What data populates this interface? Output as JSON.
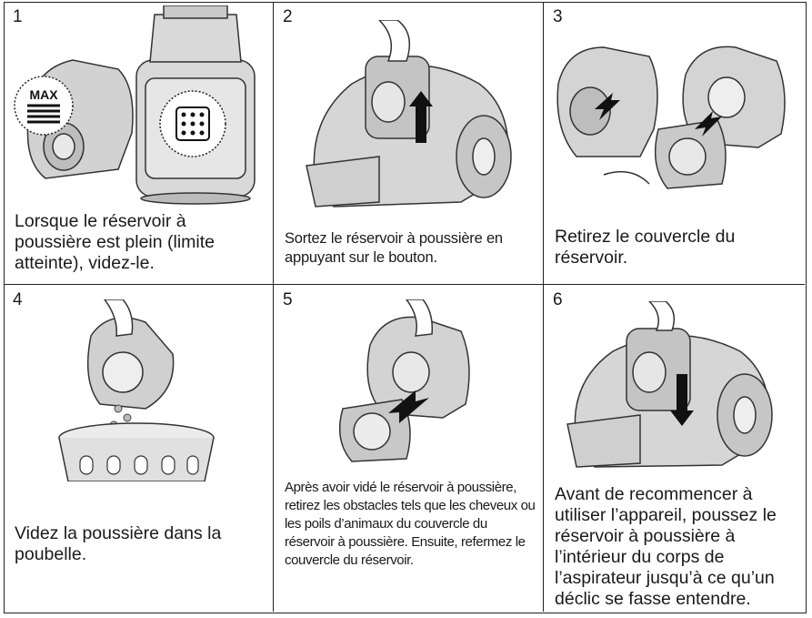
{
  "steps": [
    {
      "number": "1",
      "caption": "Lorsque le réservoir à poussière est plein (limite atteinte), videz-le.",
      "badge": "MAX"
    },
    {
      "number": "2",
      "caption": "Sortez le réservoir à poussière en appuyant sur le bouton."
    },
    {
      "number": "3",
      "caption": "Retirez le couvercle du réservoir."
    },
    {
      "number": "4",
      "caption": "Videz la poussière dans la poubelle."
    },
    {
      "number": "5",
      "caption": "Après avoir vidé le réservoir à poussière, retirez les obstacles tels que les cheveux ou les poils d’animaux du couvercle du réservoir à poussière. Ensuite, refermez le couvercle du réservoir."
    },
    {
      "number": "6",
      "caption": "Avant de recommencer à utiliser l’appareil, poussez le réservoir à poussière à l’intérieur du corps de l’aspirateur jusqu’à ce qu’un déclic se fasse entendre."
    }
  ]
}
